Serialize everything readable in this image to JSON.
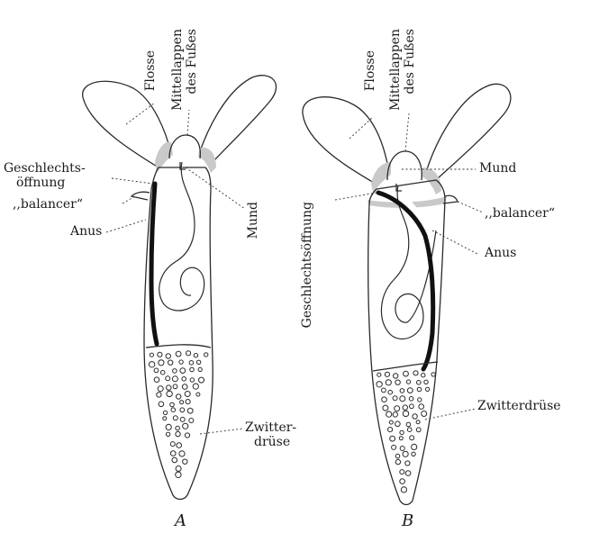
{
  "figure": {
    "panels": [
      {
        "letter": "A",
        "labels": {
          "flosse": "Flosse",
          "mittellappen_line1": "Mittellappen",
          "mittellappen_line2": "des Fußes",
          "geschlechts_line1": "Geschlechts-",
          "geschlechts_line2": "öffnung",
          "balancer": ",,balancer“",
          "anus": "Anus",
          "mund": "Mund",
          "zwitter_line1": "Zwitter-",
          "zwitter_line2": "drüse"
        }
      },
      {
        "letter": "B",
        "labels": {
          "flosse": "Flosse",
          "mittellappen_line1": "Mittellappen",
          "mittellappen_line2": "des Fußes",
          "mund": "Mund",
          "geschlechtsoeffnung": "Geschlechtsöffnung",
          "balancer": ",,balancer“",
          "anus": "Anus",
          "zwitterdruese": "Zwitterdrüse"
        }
      }
    ],
    "colors": {
      "ink": "#1a1a1a",
      "duct": "#111111",
      "shading": "#c9c9c9",
      "background": "#ffffff"
    }
  }
}
